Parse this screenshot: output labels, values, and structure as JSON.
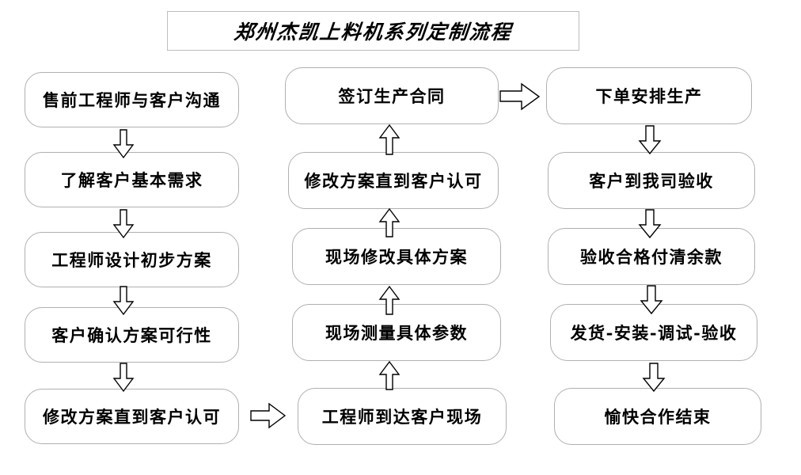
{
  "title": {
    "text": "郑州杰凯上料机系列定制流程"
  },
  "columns": [
    {
      "name": "pre-sales-column",
      "direction": "down",
      "nodes": [
        {
          "id": "c1r1",
          "label": "售前工程师与客户沟通"
        },
        {
          "id": "c1r2",
          "label": "了解客户基本需求"
        },
        {
          "id": "c1r3",
          "label": "工程师设计初步方案"
        },
        {
          "id": "c1r4",
          "label": "客户确认方案可行性"
        },
        {
          "id": "c1r5",
          "label": "修改方案直到客户认可"
        }
      ]
    },
    {
      "name": "on-site-column",
      "direction": "up",
      "nodes": [
        {
          "id": "c2r1",
          "label": "签订生产合同"
        },
        {
          "id": "c2r2",
          "label": "修改方案直到客户认可"
        },
        {
          "id": "c2r3",
          "label": "现场修改具体方案"
        },
        {
          "id": "c2r4",
          "label": "现场测量具体参数"
        },
        {
          "id": "c2r5",
          "label": "工程师到达客户现场"
        }
      ]
    },
    {
      "name": "production-column",
      "direction": "down",
      "nodes": [
        {
          "id": "c3r1",
          "label": "下单安排生产"
        },
        {
          "id": "c3r2",
          "label": "客户到我司验收"
        },
        {
          "id": "c3r3",
          "label": "验收合格付清余款"
        },
        {
          "id": "c3r4",
          "label": "发货-安装-调试-验收"
        },
        {
          "id": "c3r5",
          "label": "愉快合作结束"
        }
      ]
    }
  ],
  "connectors": [
    {
      "id": "a1",
      "name": "arrow-down-c1r1-to-c1r2",
      "direction": "down"
    },
    {
      "id": "a2",
      "name": "arrow-down-c1r2-to-c1r3",
      "direction": "down"
    },
    {
      "id": "a3",
      "name": "arrow-down-c1r3-to-c1r4",
      "direction": "down"
    },
    {
      "id": "a4",
      "name": "arrow-down-c1r4-to-c1r5",
      "direction": "down"
    },
    {
      "id": "a5",
      "name": "arrow-right-c1r5-to-c2r5",
      "direction": "right"
    },
    {
      "id": "a6",
      "name": "arrow-up-c2r5-to-c2r4",
      "direction": "up"
    },
    {
      "id": "a7",
      "name": "arrow-up-c2r4-to-c2r3",
      "direction": "up"
    },
    {
      "id": "a8",
      "name": "arrow-up-c2r3-to-c2r2",
      "direction": "up"
    },
    {
      "id": "a9",
      "name": "arrow-up-c2r2-to-c2r1",
      "direction": "up"
    },
    {
      "id": "a10",
      "name": "arrow-right-c2r1-to-c3r1",
      "direction": "right"
    },
    {
      "id": "a11",
      "name": "arrow-down-c3r1-to-c3r2",
      "direction": "down"
    },
    {
      "id": "a12",
      "name": "arrow-down-c3r2-to-c3r3",
      "direction": "down"
    },
    {
      "id": "a13",
      "name": "arrow-down-c3r3-to-c3r4",
      "direction": "down"
    },
    {
      "id": "a14",
      "name": "arrow-down-c3r4-to-c3r5",
      "direction": "down"
    }
  ],
  "colors": {
    "background": "#ffffff",
    "node_border": "#b0b0b0",
    "title_border": "#bdbdbd",
    "text": "#000000",
    "arrow_stroke": "#000000",
    "arrow_fill": "#ffffff"
  }
}
